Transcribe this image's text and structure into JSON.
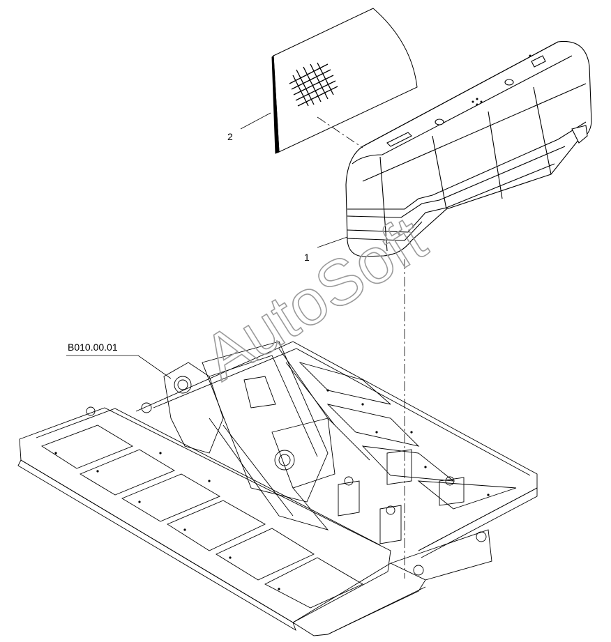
{
  "callouts": {
    "item_1": "1",
    "item_2": "2",
    "assembly_ref": "B010.00.01"
  },
  "watermark": {
    "text": "AutoSoft"
  },
  "colors": {
    "line": "#000000",
    "watermark": "#9a9a9a",
    "background": "#ffffff"
  }
}
